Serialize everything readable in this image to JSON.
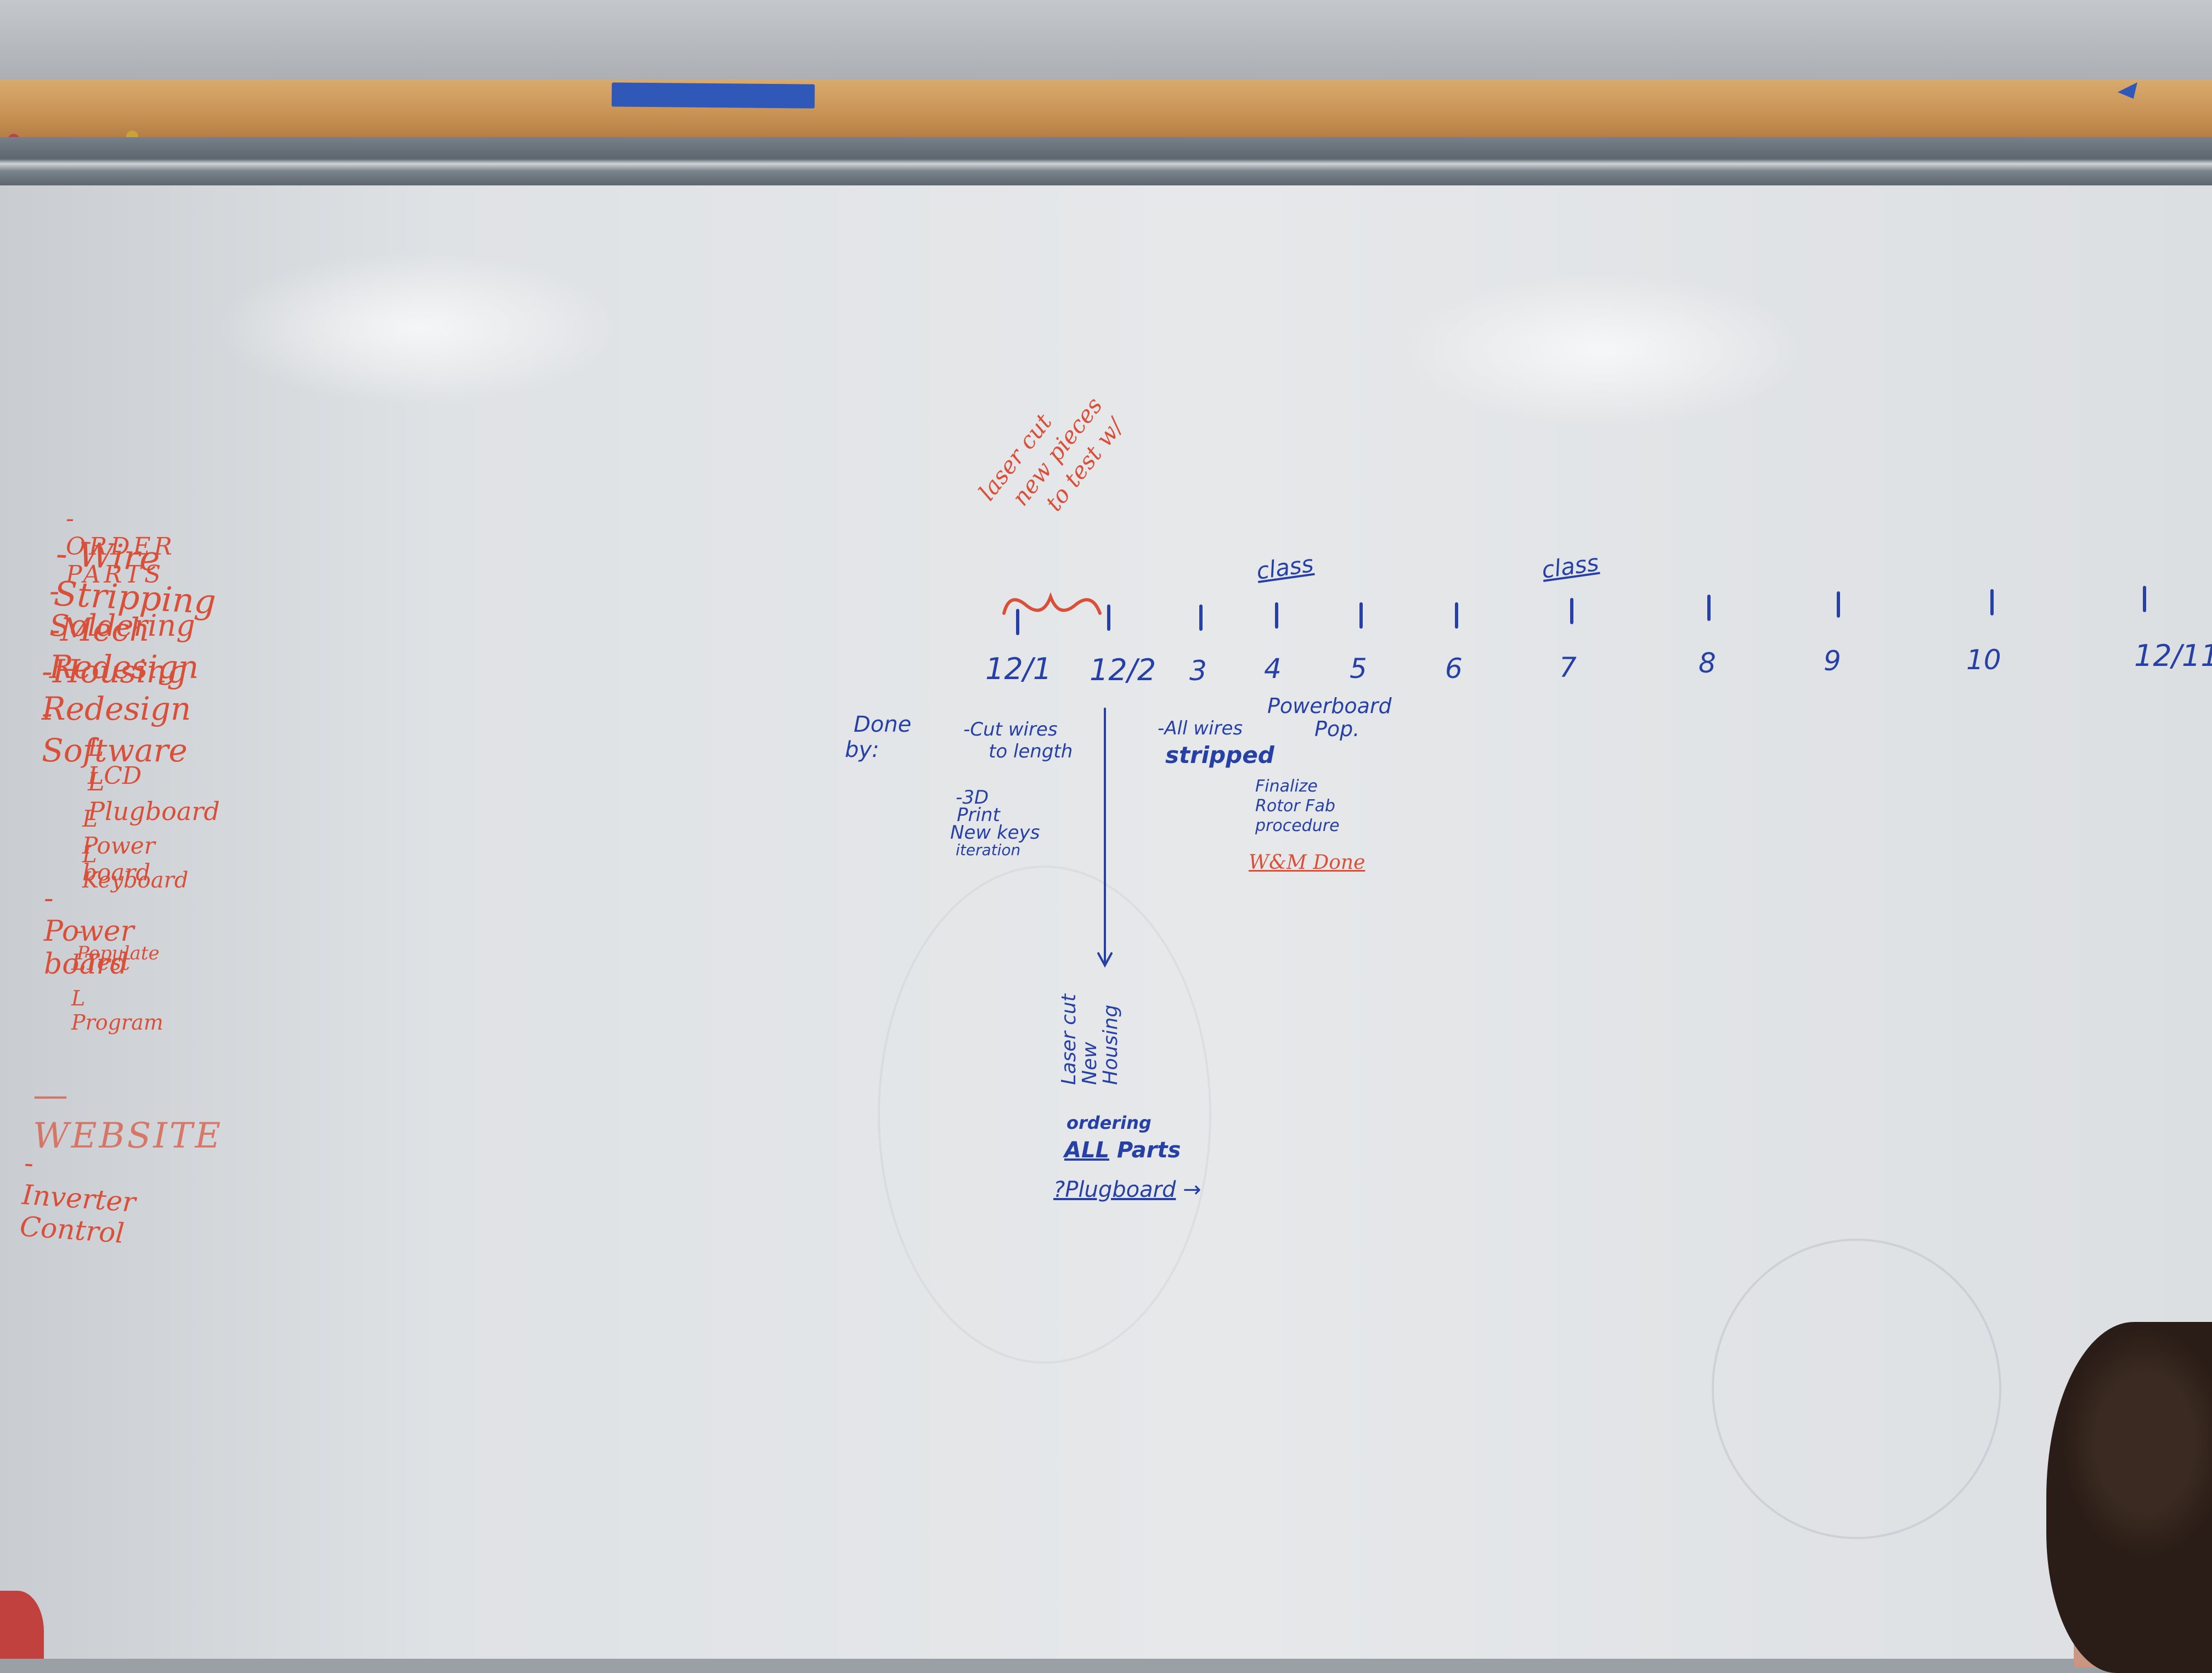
{
  "colors": {
    "red_marker": "#d9503a",
    "blue_marker": "#2640a4"
  },
  "task_list": [
    "-ORDER PARTS",
    "- Wire Stripping",
    "- Soldering",
    "-Mech Redesign",
    "-Housing Redesign",
    "- Software",
    "L LCD",
    "L Plugboard",
    "L Power board",
    "L Keyboard",
    "-Power board",
    "-Populate",
    "LTest",
    "L Program",
    "—WEBSITE",
    "-Inverter Control"
  ],
  "timeline": {
    "class_labels": [
      "class",
      "class"
    ],
    "dates": [
      "12/1",
      "12/2",
      "3",
      "4",
      "5",
      "6",
      "7",
      "8",
      "9",
      "10",
      "12/11"
    ]
  },
  "notes": {
    "done_by": [
      "Done",
      "by:"
    ],
    "laser_cut_annotation": [
      "laser cut",
      "new pieces",
      "to test w/"
    ],
    "cut_wires": [
      "-Cut wires",
      "to length"
    ],
    "print_keys": [
      "-3D",
      "Print",
      "New keys",
      "iteration"
    ],
    "laser_cut_housing": [
      "Laser cut",
      "New Housing"
    ],
    "ordering": "ordering",
    "all_parts": [
      "ALL",
      "Parts"
    ],
    "plugboard": "?Plugboard",
    "all_wires": "-All wires",
    "stripped": "stripped",
    "powerboard_pop": [
      "Powerboard",
      "Pop."
    ],
    "finalize": [
      "Finalize",
      "Rotor Fab",
      "procedure"
    ],
    "wm_done": "W&M Done"
  }
}
